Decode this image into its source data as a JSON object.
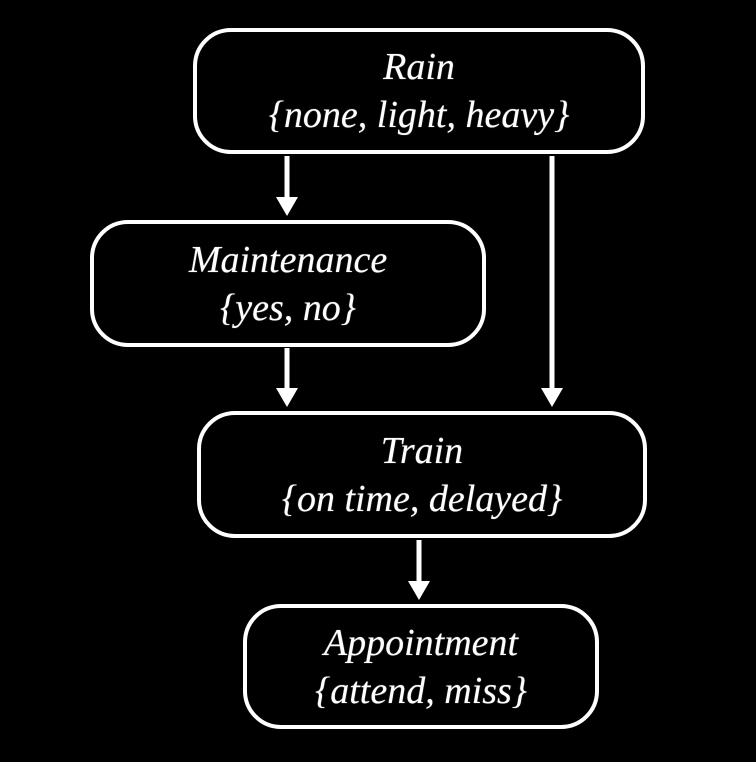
{
  "diagram": {
    "type": "bayesian-network",
    "colors": {
      "background": "#000000",
      "node_border": "#ffffff",
      "text": "#ffffff",
      "arrow": "#ffffff"
    },
    "nodes": [
      {
        "id": "rain",
        "name": "Rain",
        "values": "{none, light, heavy}"
      },
      {
        "id": "maintenance",
        "name": "Maintenance",
        "values": "{yes, no}"
      },
      {
        "id": "train",
        "name": "Train",
        "values": "{on time, delayed}"
      },
      {
        "id": "appointment",
        "name": "Appointment",
        "values": "{attend, miss}"
      }
    ],
    "edges": [
      {
        "from": "rain",
        "to": "maintenance"
      },
      {
        "from": "rain",
        "to": "train"
      },
      {
        "from": "maintenance",
        "to": "train"
      },
      {
        "from": "train",
        "to": "appointment"
      }
    ]
  }
}
